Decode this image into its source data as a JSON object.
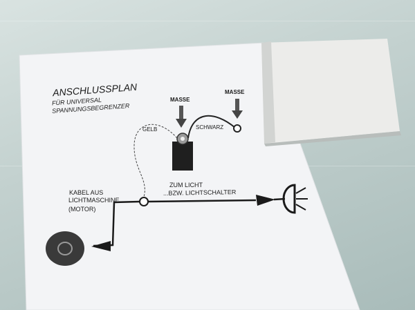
{
  "diagram": {
    "title": "ANSCHLUSSPLAN",
    "subtitle_line1": "FÜR UNIVERSAL",
    "subtitle_line2": "SPANNUNGSBEGRENZER",
    "masse_left": "MASSE",
    "masse_right": "MASSE",
    "gelb": "GELB",
    "schwarz": "SCHWARZ",
    "kabel_line1": "KABEL AUS",
    "kabel_line2": "LICHTMASCHINE...",
    "kabel_line3": "(MOTOR)",
    "licht_line1": "ZUM LICHT",
    "licht_line2": "...BZW. LICHTSCHALTER"
  }
}
